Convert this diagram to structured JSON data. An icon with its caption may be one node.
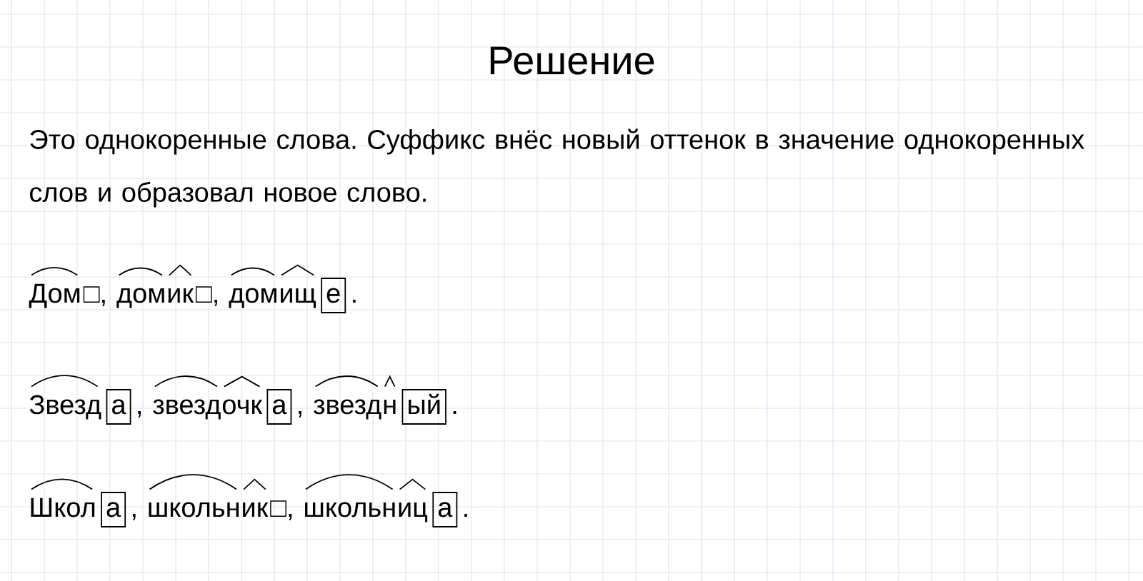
{
  "diagram": {
    "title": "Решение",
    "labels": [
      "Это однокоренные слова. Суффикс внёс новый оттенок в значение однокоренных слов и образовал новое слово.",
      "Дом",
      "□,",
      "дом",
      "ик",
      "□,",
      "дом",
      "ищ",
      "е",
      ".",
      "Звезд",
      "а",
      ",",
      "звезд",
      "очк",
      "а",
      ",",
      "звезд",
      "н",
      "ый",
      ".",
      "Школ",
      "а",
      ",",
      "школьн",
      "ик",
      "□,",
      "школьн",
      "иц",
      "а",
      "."
    ]
  }
}
